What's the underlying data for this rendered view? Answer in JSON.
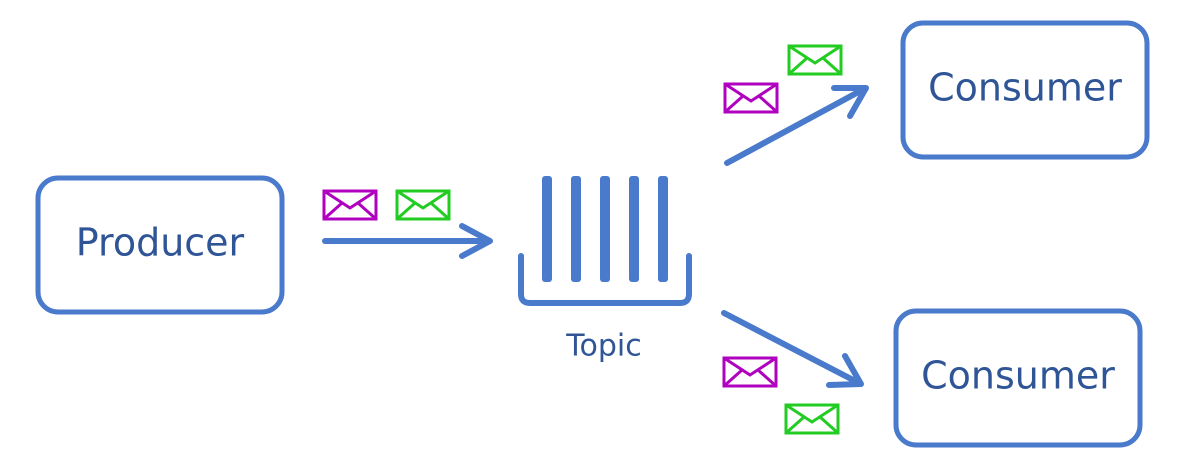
{
  "nodes": {
    "producer": {
      "label": "Producer"
    },
    "topic": {
      "label": "Topic"
    },
    "consumer_top": {
      "label": "Consumer"
    },
    "consumer_bottom": {
      "label": "Consumer"
    }
  },
  "colors": {
    "primary": "#4a7acb",
    "text": "#2f5596",
    "message_purple": "#b000c0",
    "message_green": "#22cc22"
  },
  "icons": {
    "message": "envelope-icon"
  }
}
